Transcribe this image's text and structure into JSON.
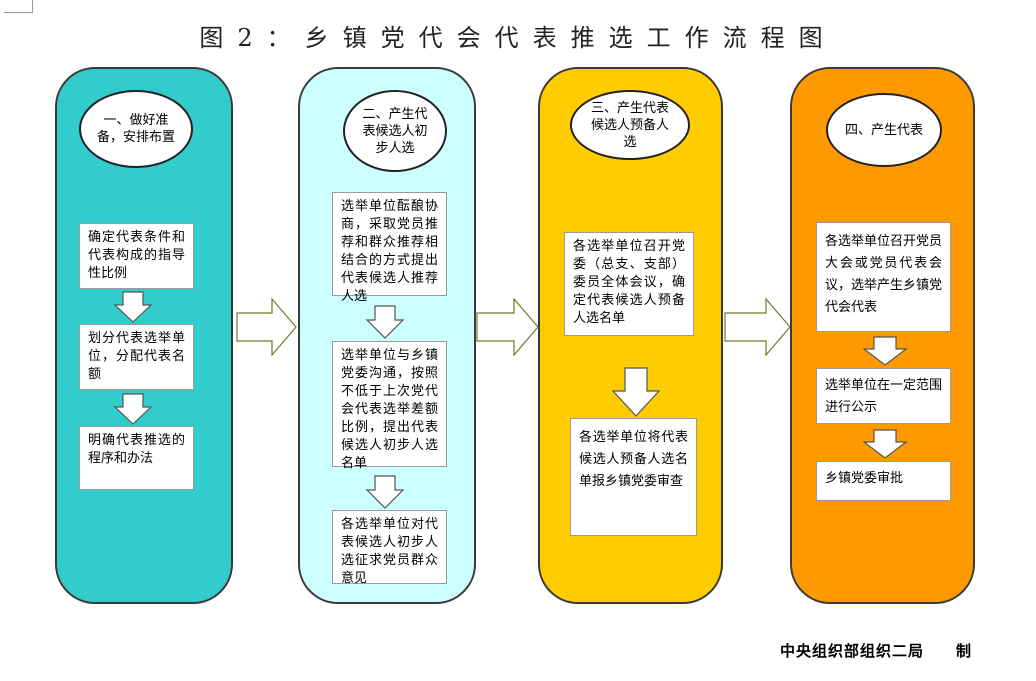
{
  "title": "图2：乡镇党代会代表推选工作流程图",
  "footer": "中央组织部组织二局　　制",
  "colors": {
    "col1": "#33cccc",
    "col2": "#ccffff",
    "col3": "#ffcc00",
    "col4": "#ff9900"
  },
  "columns": [
    {
      "heading": "一、做好准备，安排布置",
      "boxes": [
        "确定代表条件和代表构成的指导性比例",
        "划分代表选举单位，分配代表名额",
        "明确代表推选的程序和办法"
      ]
    },
    {
      "heading": "二、产生代表候选人初步人选",
      "boxes": [
        "选举单位酝酿协商，采取党员推荐和群众推荐相结合的方式提出代表候选人推荐人选",
        "选举单位与乡镇党委沟通，按照不低于上次党代会代表选举差额比例，提出代表候选人初步人选名单",
        "各选举单位对代表候选人初步人选征求党员群众意见"
      ]
    },
    {
      "heading": "三、产生代表候选人预备人选",
      "boxes": [
        "各选举单位召开党委（总支、支部）委员全体会议，确定代表候选人预备人选名单",
        "各选举单位将代表候选人预备人选名单报乡镇党委审查"
      ]
    },
    {
      "heading": "四、产生代表",
      "boxes": [
        "各选举单位召开党员大会或党员代表会议，选举产生乡镇党代会代表",
        "选举单位在一定范围进行公示",
        "乡镇党委审批"
      ]
    }
  ]
}
